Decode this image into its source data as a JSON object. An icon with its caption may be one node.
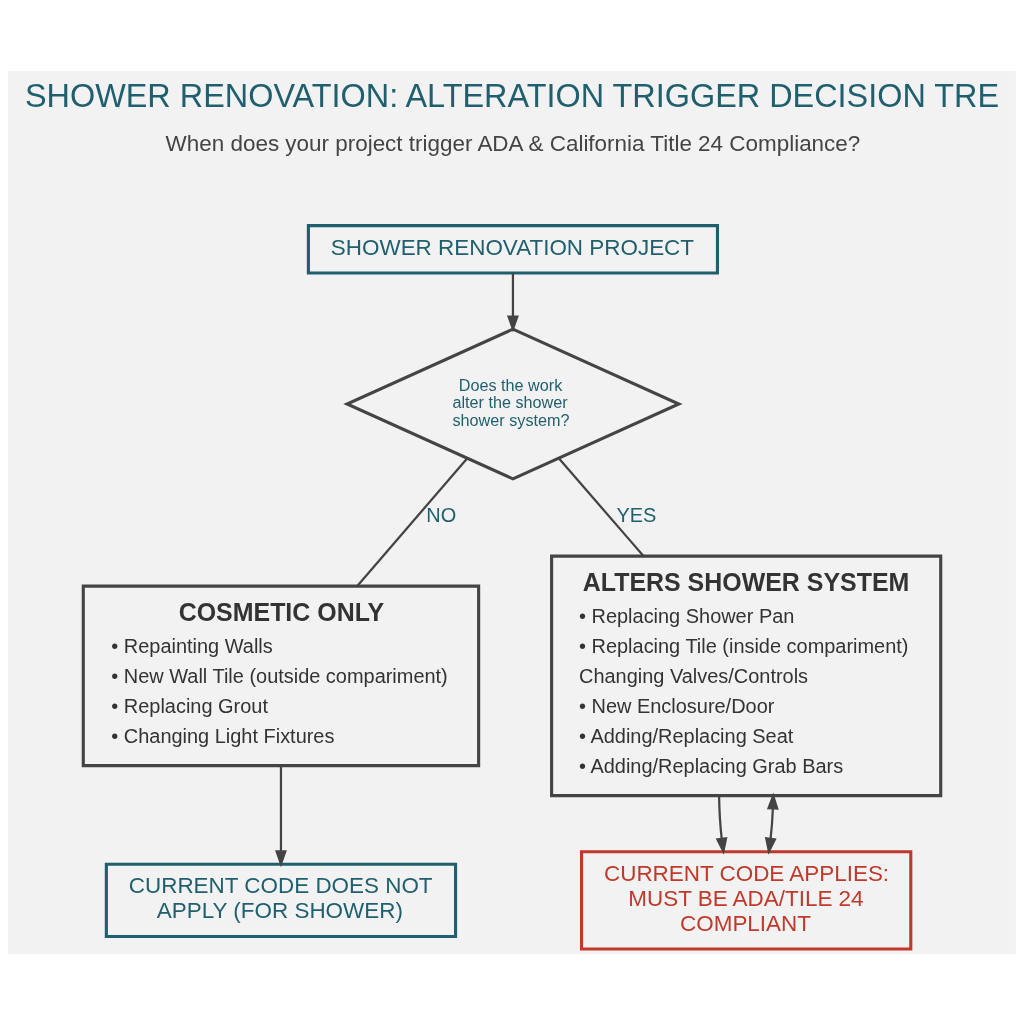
{
  "diagram": {
    "title": "SHOWER RENOVATION: ALTERATION TRIGGER DECISION TRE",
    "nodes": [
      {
        "text": [
          "SHOWER RENOVATION PROJECT"
        ]
      },
      {
        "text": [
          "Does the work alter the shower shower system?"
        ]
      },
      {
        "text": [
          "COSMETIC ONLY",
          "• Repainting Walls",
          "• New Wall Tile (outside compariment)",
          "• Replacing Grout",
          "• Changing Light Fixtures"
        ]
      },
      {
        "text": [
          "ALTERS SHOWER SYSTEM",
          "• Replacing Shower Pan",
          "• Replacing Tile (inside compariment)",
          "Changing Valves/Controls",
          "• New Enclosure/Door",
          "• Adding/Replacing Seat",
          "• Adding/Replacing Grab Bars"
        ]
      },
      {
        "text": [
          "CURRENT CODE DOES NOT APPLY (FOR SHOWER)"
        ]
      },
      {
        "text": [
          "CURRENT CODE APPLIES: MUST BE ADA/TILE 24 COMPLIANT"
        ]
      }
    ],
    "edges": [
      {
        "from": 0,
        "to": 1,
        "arrow": "to"
      },
      {
        "from": 1,
        "to": 2,
        "arrow": "none",
        "label": "NO"
      },
      {
        "from": 1,
        "to": 3,
        "arrow": "none",
        "label": "YES"
      },
      {
        "from": 2,
        "to": 4,
        "arrow": "to"
      },
      {
        "from": 3,
        "to": 5,
        "arrow": "to"
      },
      {
        "from": 3,
        "to": 5,
        "arrow": "both"
      }
    ],
    "labels": [
      "When does your project trigger ADA & California Title 24 Compliance?"
    ]
  }
}
